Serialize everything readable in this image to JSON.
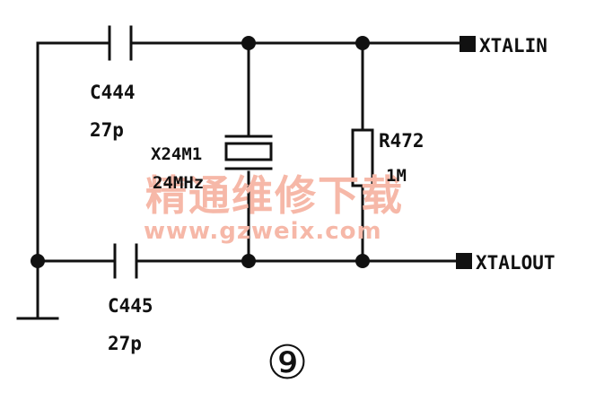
{
  "components": {
    "c444": {
      "ref": "C444",
      "value": "27p"
    },
    "c445": {
      "ref": "C445",
      "value": "27p"
    },
    "crystal": {
      "ref": "X24M1",
      "value": "24MHz"
    },
    "r472": {
      "ref": "R472",
      "value": "1M"
    }
  },
  "ports": {
    "xtalin": "XTALIN",
    "xtalout": "XTALOUT"
  },
  "figure_number": "⑨",
  "watermark": {
    "chinese": "精通维修下载",
    "url": "www.gzweix.com"
  },
  "colors": {
    "ink": "#111111",
    "watermark": "#f6b8a8"
  }
}
